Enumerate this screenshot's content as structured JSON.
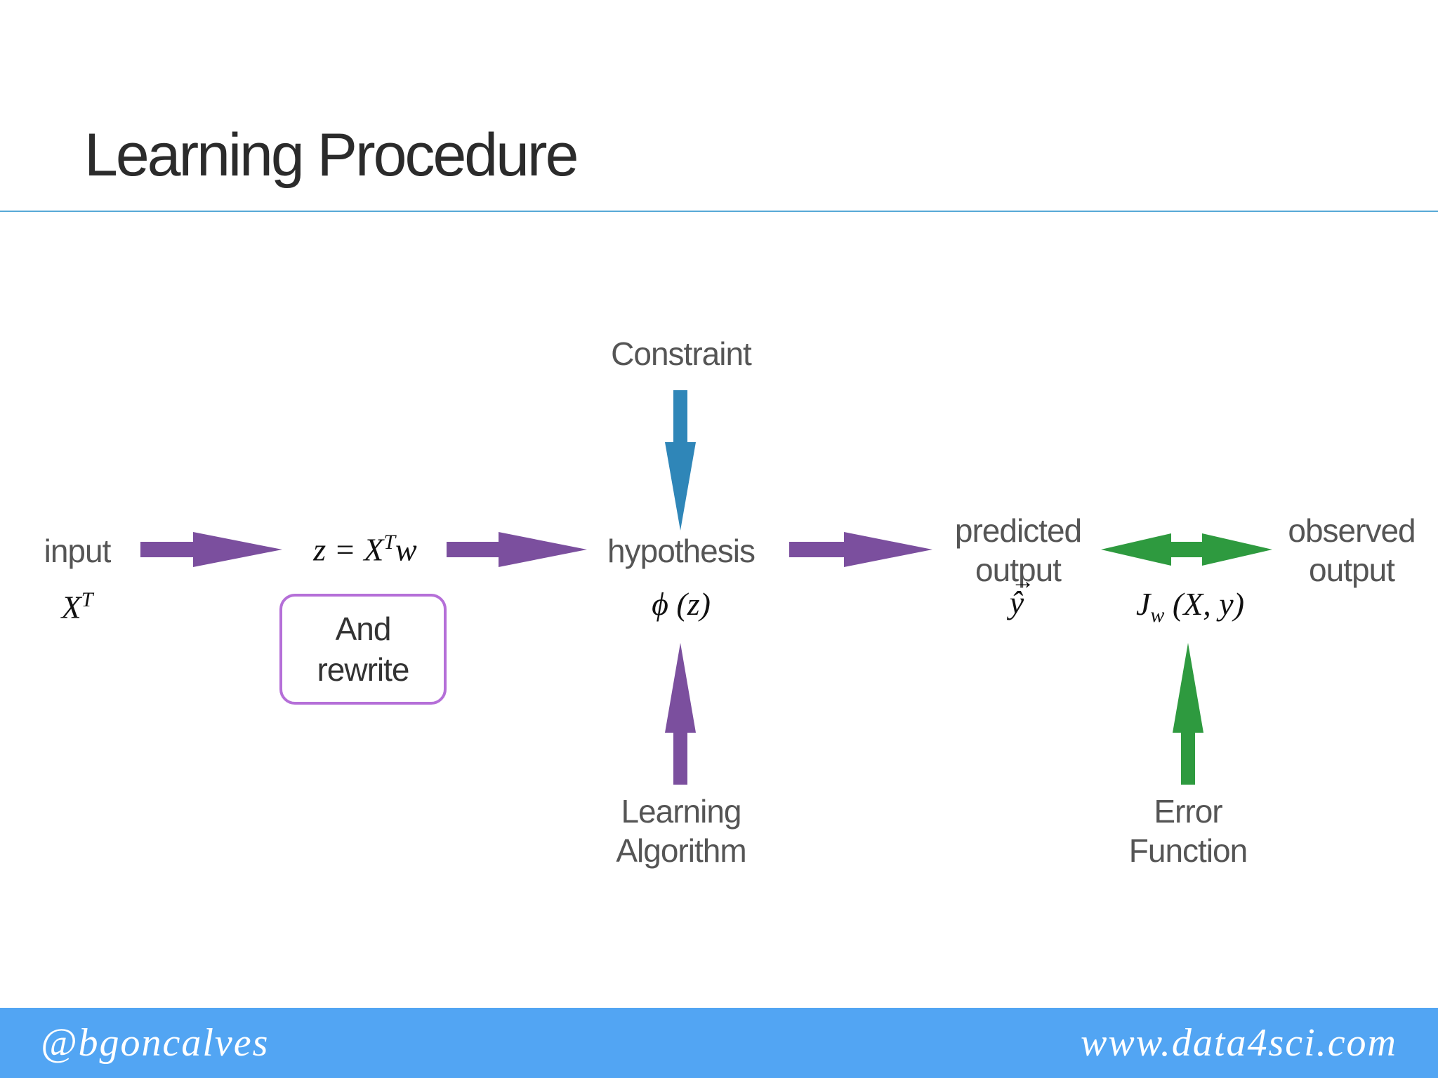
{
  "slide": {
    "title": "Learning Procedure"
  },
  "nodes": {
    "input_label": "input",
    "input_math": "X",
    "input_math_sup": "T",
    "z_math": "z = X",
    "z_math_sup": "T",
    "z_math_tail": "w",
    "hypothesis_label": "hypothesis",
    "hypothesis_math": "ϕ (z)",
    "predicted_label": "predicted\noutput",
    "predicted_math": "ŷ",
    "observed_label": "observed\noutput",
    "error_math_j": "J",
    "error_math_sub": "w",
    "error_math_rest": "(X, y)",
    "constraint_label": "Constraint",
    "learning_label": "Learning\nAlgorithm",
    "error_label": "Error\nFunction",
    "rewrite_box": "And\nrewrite"
  },
  "colors": {
    "purple": "#7b4f9e",
    "blue": "#2f86b8",
    "green": "#2e9a3f",
    "box_border": "#b56fd8",
    "rule": "#58a9d6",
    "footer": "#52a5f3"
  },
  "footer": {
    "left": "@bgoncalves",
    "right": "www.data4sci.com"
  }
}
